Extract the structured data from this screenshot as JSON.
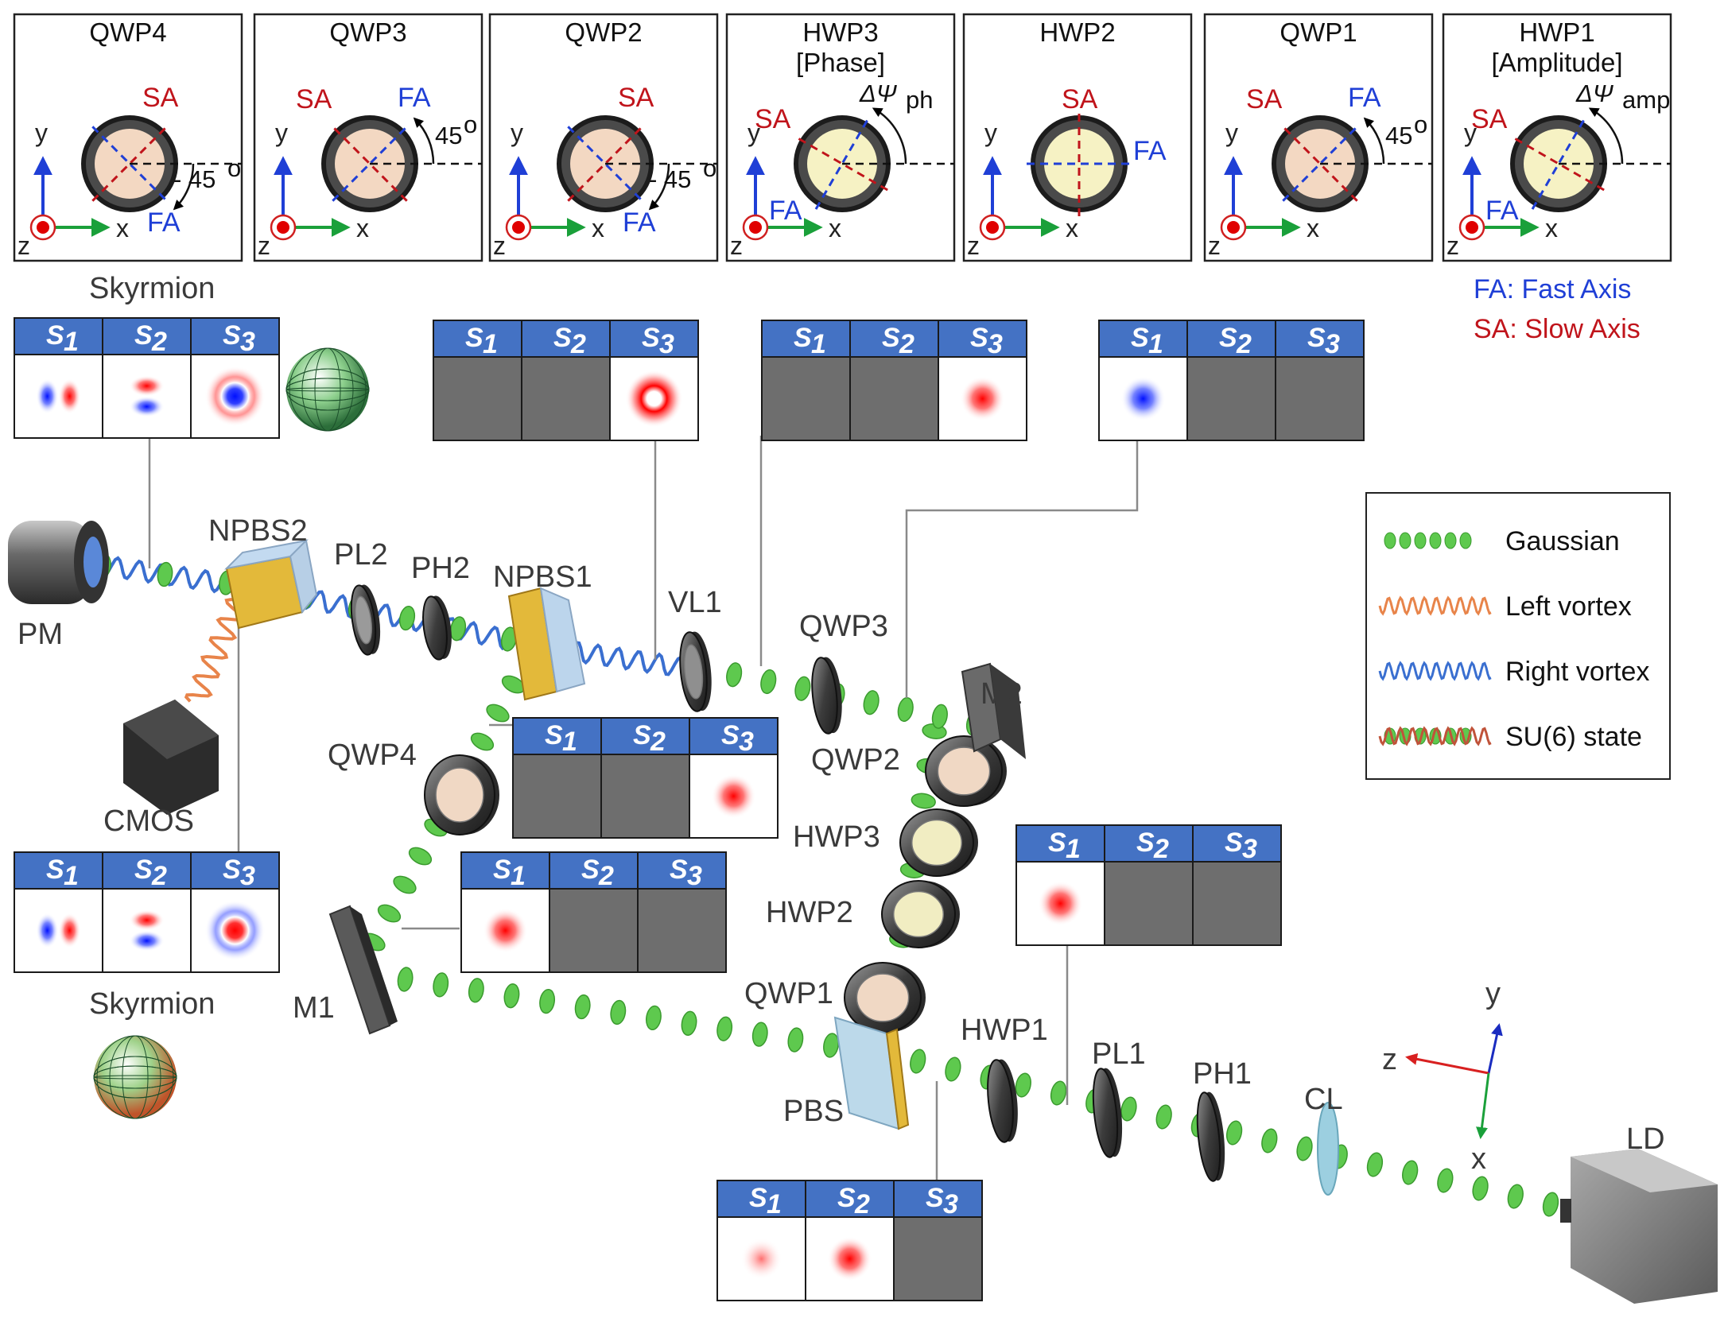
{
  "waveplate_panels": [
    {
      "title": "QWP4",
      "subtitle": "",
      "fill": "#f3d8c2",
      "angle": -45,
      "angle_label": "- 45",
      "deg": "o",
      "fa_label": "FA",
      "sa_label": "SA",
      "x_label": "x",
      "y_label": "y",
      "z_label": "z"
    },
    {
      "title": "QWP3",
      "subtitle": "",
      "fill": "#f3d8c2",
      "angle": 45,
      "angle_label": "45",
      "deg": "o",
      "fa_label": "FA",
      "sa_label": "SA",
      "x_label": "x",
      "y_label": "y",
      "z_label": "z"
    },
    {
      "title": "QWP2",
      "subtitle": "",
      "fill": "#f3d8c2",
      "angle": -45,
      "angle_label": "- 45",
      "deg": "o",
      "fa_label": "FA",
      "sa_label": "SA",
      "x_label": "x",
      "y_label": "y",
      "z_label": "z"
    },
    {
      "title": "HWP3",
      "subtitle": "[Phase]",
      "fill": "#f6f2c4",
      "angle": 60,
      "angle_label": "ΔΨ",
      "deg": "ph",
      "fa_label": "FA",
      "sa_label": "SA",
      "x_label": "x",
      "y_label": "y",
      "z_label": "z"
    },
    {
      "title": "HWP2",
      "subtitle": "",
      "fill": "#f6f2c4",
      "angle": 0,
      "angle_label": "",
      "deg": "",
      "fa_label": "FA",
      "sa_label": "SA",
      "x_label": "x",
      "y_label": "y",
      "z_label": "z"
    },
    {
      "title": "QWP1",
      "subtitle": "",
      "fill": "#f3d8c2",
      "angle": 45,
      "angle_label": "45",
      "deg": "o",
      "fa_label": "FA",
      "sa_label": "SA",
      "x_label": "x",
      "y_label": "y",
      "z_label": "z"
    },
    {
      "title": "HWP1",
      "subtitle": "[Amplitude]",
      "fill": "#f6f2c4",
      "angle": 60,
      "angle_label": "ΔΨ",
      "deg": "amp",
      "fa_label": "FA",
      "sa_label": "SA",
      "x_label": "x",
      "y_label": "y",
      "z_label": "z"
    }
  ],
  "axis_note": {
    "fa": "FA: Fast Axis",
    "sa": "SA: Slow Axis"
  },
  "stokes_headers": [
    "S",
    "S",
    "S"
  ],
  "stokes_subscripts": [
    "1",
    "2",
    "3"
  ],
  "stokes_tables": [
    {
      "id": "skyrmion-top",
      "cells": [
        "dipole-h",
        "dipole-v",
        "ring-blue"
      ]
    },
    {
      "id": "after-vl1",
      "cells": [
        "gray",
        "gray",
        "ring-red"
      ]
    },
    {
      "id": "after-qwp3",
      "cells": [
        "gray",
        "gray",
        "spot-red"
      ]
    },
    {
      "id": "before-qwp3",
      "cells": [
        "spot-blue",
        "gray",
        "gray"
      ]
    },
    {
      "id": "before-vl1",
      "cells": [
        "gray",
        "gray",
        "spot-red"
      ]
    },
    {
      "id": "skyrmion-bottom",
      "cells": [
        "dipole-h",
        "dipole-v",
        "ring-red"
      ]
    },
    {
      "id": "after-m1",
      "cells": [
        "spot-red",
        "gray",
        "gray"
      ]
    },
    {
      "id": "after-pl1",
      "cells": [
        "spot-red",
        "gray",
        "gray"
      ]
    },
    {
      "id": "after-pbs",
      "cells": [
        "spot-faint",
        "spot-red",
        "gray"
      ]
    }
  ],
  "skyrmion_labels": [
    "Skyrmion",
    "Skyrmion"
  ],
  "components": {
    "pm": "PM",
    "npbs2": "NPBS2",
    "pl2": "PL2",
    "ph2": "PH2",
    "npbs1": "NPBS1",
    "vl1": "VL1",
    "qwp3": "QWP3",
    "m2": "M2",
    "qwp2": "QWP2",
    "qwp4": "QWP4",
    "cmos": "CMOS",
    "hwp3": "HWP3",
    "hwp2": "HWP2",
    "m1": "M1",
    "qwp1": "QWP1",
    "hwp1": "HWP1",
    "pl1": "PL1",
    "ph1": "PH1",
    "cl": "CL",
    "pbs": "PBS",
    "ld": "LD"
  },
  "coord_axes": {
    "x": "x",
    "y": "y",
    "z": "z"
  },
  "legend": [
    {
      "label": "Gaussian",
      "style": "gaussian"
    },
    {
      "label": "Left vortex",
      "style": "left"
    },
    {
      "label": "Right vortex",
      "style": "right"
    },
    {
      "label": "SU(6) state",
      "style": "su6"
    }
  ],
  "colors": {
    "header_blue": "#4472c4",
    "gray_cell": "#6e6e6e",
    "beam_green": "#5ec94e",
    "vortex_blue": "#3a6fd0",
    "vortex_orange": "#e8844a",
    "fa_blue": "#1f3fd6",
    "sa_red": "#c0141b"
  }
}
